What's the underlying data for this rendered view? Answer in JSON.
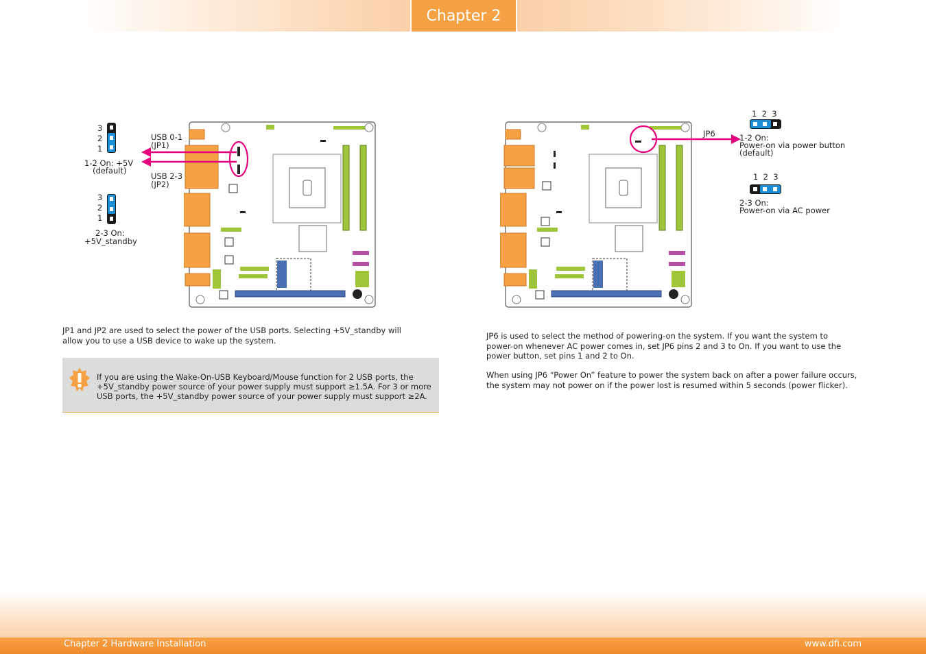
{
  "header": {
    "chapter_tab": "Chapter 2"
  },
  "left": {
    "jumper1_pins": [
      "3",
      "2",
      "1"
    ],
    "jumper1_caption": "1-2 On: +5V",
    "jumper1_caption2": "(default)",
    "jumper2_pins": [
      "3",
      "2",
      "1"
    ],
    "jumper2_caption": "2-3 On:",
    "jumper2_caption2": "+5V_standby",
    "usb01_label": "USB 0-1",
    "usb01_sub": "(JP1)",
    "usb23_label": "USB 2-3",
    "usb23_sub": "(JP2)",
    "paragraph_l1": "JP1 and JP2 are used to select the power of the USB ports. Selecting +5V_standby will",
    "paragraph_l2": "allow you to use a USB device to wake up the system.",
    "note_l1": "If you are using the Wake-On-USB Keyboard/Mouse function for 2 USB ports, the",
    "note_l2": "+5V_standby power source of your power supply must support ≥1.5A. For 3 or more",
    "note_l3": "USB ports, the +5V_standby power source of your power supply must support ≥2A."
  },
  "right": {
    "jp6_label": "JP6",
    "pins_top": "1  2  3",
    "option1_l1": "1-2 On:",
    "option1_l2": "Power-on via power button",
    "option1_l3": "(default)",
    "pins_bottom": "1  2  3",
    "option2_l1": "2-3 On:",
    "option2_l2": "Power-on via AC power",
    "paragraph1_l1": "JP6 is used to select the method of powering-on the system. If you want the system to",
    "paragraph1_l2": "power-on whenever AC power comes in, set JP6 pins 2 and 3 to On. If you want to use the",
    "paragraph1_l3": "power button, set pins 1 and 2 to On.",
    "paragraph2_l1": "When using JP6 “Power On” feature to power the system back on after a power failure occurs,",
    "paragraph2_l2": "the system may not power on if the power lost is resumed within 5 seconds (power flicker)."
  },
  "footer": {
    "left": "Chapter 2 Hardware Installation",
    "right": "www.dfi.com"
  },
  "colors": {
    "accent_orange": "#f7a145",
    "arrow_magenta": "#e6007e",
    "jumper_blue": "#1a8fd6",
    "dimm_green": "#9fc63a",
    "pcie_blue": "#4a6fb3"
  }
}
